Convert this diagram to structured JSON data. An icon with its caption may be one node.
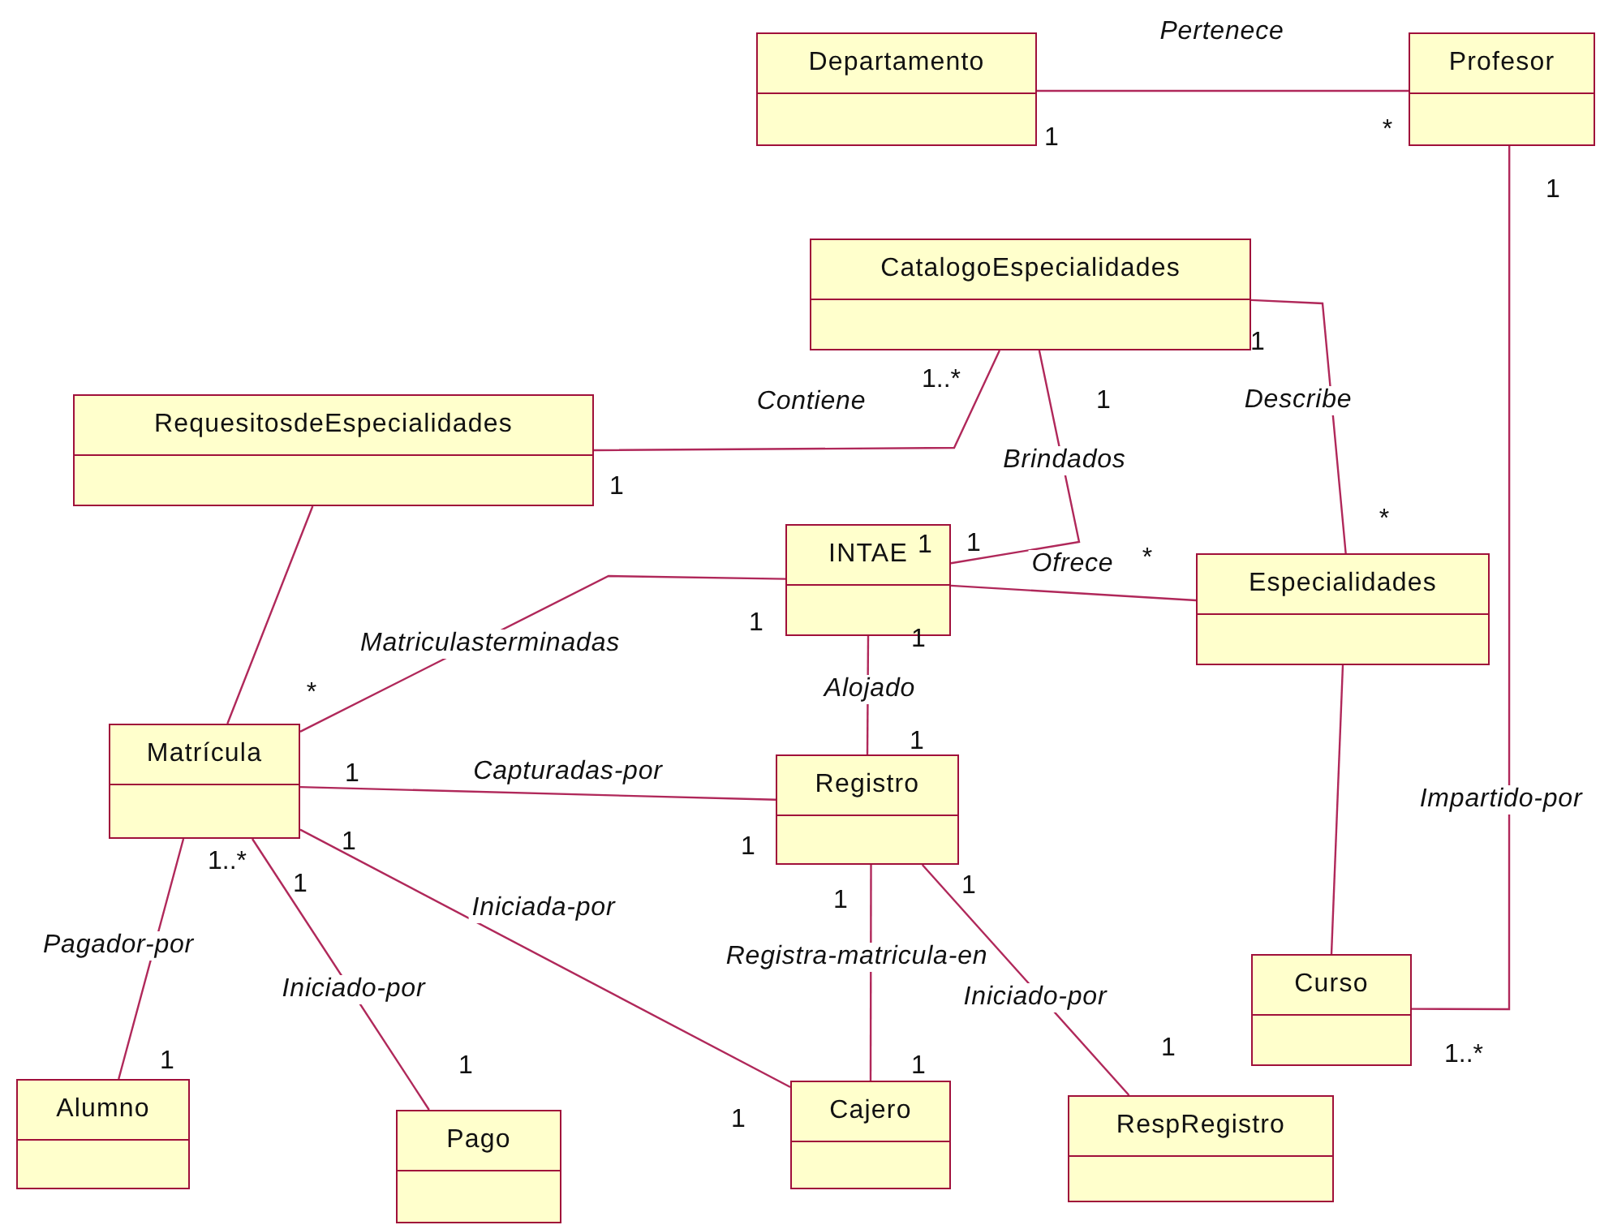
{
  "diagram": {
    "nodes": [
      {
        "text": [
          "Departamento"
        ]
      },
      {
        "text": [
          "Profesor"
        ]
      },
      {
        "text": [
          "CatalogoEspecialidades"
        ]
      },
      {
        "text": [
          "RequesitosdeEspecialidades"
        ]
      },
      {
        "text": [
          "INTAE"
        ]
      },
      {
        "text": [
          "Especialidades"
        ]
      },
      {
        "text": [
          "Matrícula"
        ]
      },
      {
        "text": [
          "Registro"
        ]
      },
      {
        "text": [
          "Curso"
        ]
      },
      {
        "text": [
          "Alumno"
        ]
      },
      {
        "text": [
          "Cajero"
        ]
      },
      {
        "text": [
          "RespRegistro"
        ]
      },
      {
        "text": [
          "Pago"
        ]
      }
    ],
    "edges": [
      {
        "from": 0,
        "to": 1,
        "arrow": "none",
        "label": "Pertenece"
      },
      {
        "from": 1,
        "to": 8,
        "arrow": "none",
        "label": "Impartido-por"
      },
      {
        "from": 2,
        "to": 3,
        "arrow": "none",
        "label": "Contiene"
      },
      {
        "from": 2,
        "to": 4,
        "arrow": "none",
        "label": "Brindados"
      },
      {
        "from": 2,
        "to": 5,
        "arrow": "none",
        "label": "Describe"
      },
      {
        "from": 4,
        "to": 5,
        "arrow": "none",
        "label": "Ofrece"
      },
      {
        "from": 4,
        "to": 6,
        "arrow": "none",
        "label": "Matriculasterminadas"
      },
      {
        "from": 4,
        "to": 7,
        "arrow": "none",
        "label": "Alojado"
      },
      {
        "from": 3,
        "to": 6,
        "arrow": "none"
      },
      {
        "from": 5,
        "to": 8,
        "arrow": "none"
      },
      {
        "from": 6,
        "to": 7,
        "arrow": "none",
        "label": "Capturadas-por"
      },
      {
        "from": 6,
        "to": 10,
        "arrow": "none",
        "label": "Iniciada-por"
      },
      {
        "from": 6,
        "to": 9,
        "arrow": "none",
        "label": "Pagador-por"
      },
      {
        "from": 6,
        "to": 12,
        "arrow": "none",
        "label": "Iniciado-por"
      },
      {
        "from": 7,
        "to": 10,
        "arrow": "none",
        "label": "Registra-matricula-en"
      },
      {
        "from": 7,
        "to": 11,
        "arrow": "none",
        "label": "Iniciado-por"
      }
    ],
    "labels": [
      "1",
      "*",
      "1",
      "1..*",
      "1",
      "1",
      "1",
      "*",
      "1",
      "1",
      "*",
      "1",
      "1",
      "*",
      "1",
      "1",
      "1",
      "1",
      "1..*",
      "1",
      "1",
      "1",
      "1",
      "1..*",
      "1",
      "1",
      "1",
      "1"
    ]
  }
}
